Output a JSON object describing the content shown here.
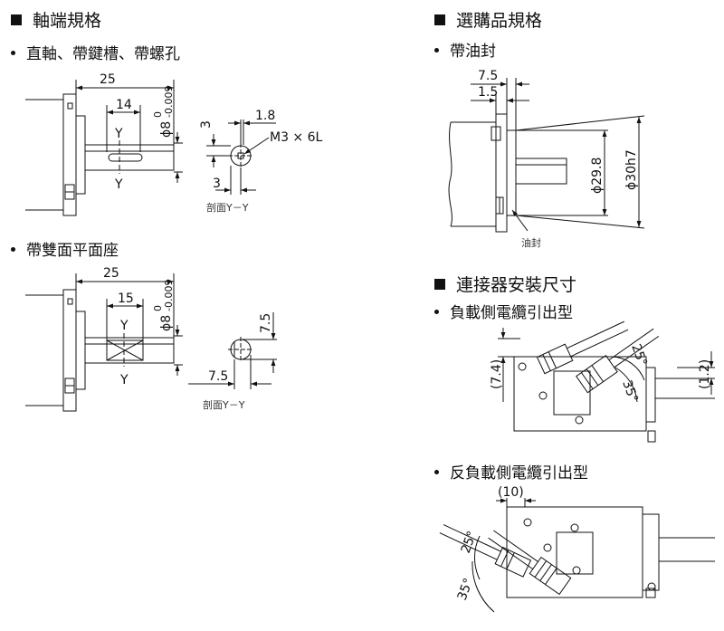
{
  "left_heading": "軸端規格",
  "right_heading": "選購品規格",
  "bullet_straight": "直軸、帶鍵槽、帶螺孔",
  "bullet_flat": "帶雙面平面座",
  "bullet_oil_seal": "帶油封",
  "heading_connector": "連接器安裝尺寸",
  "bullet_load_side": "負載側電纜引出型",
  "bullet_nonload_side": "反負載側電纜引出型",
  "dims": {
    "d25a": "25",
    "d14": "14",
    "y_top_a": "Y",
    "y_bot_a": "Y",
    "d8a_base": "ϕ8",
    "d8a_tol_up": "0",
    "d8a_tol_lo": "-0.009",
    "d1_8": "1.8",
    "d3v": "3",
    "d3h": "3",
    "m3": "M3 × 6L",
    "section_a": "剖面Y－Y",
    "d25b": "25",
    "d15": "15",
    "y_top_b": "Y",
    "y_bot_b": "Y",
    "d8b_base": "ϕ8",
    "d8b_tol_up": "0",
    "d8b_tol_lo": "-0.009",
    "d7_5v": "7.5",
    "d7_5h": "7.5",
    "section_b": "剖面Y－Y",
    "os7_5": "7.5",
    "os1_5": "1.5",
    "os29_8": "ϕ29.8",
    "os30h7": "ϕ30h7",
    "oil_seal_label": "油封",
    "c7_4": "(7.4)",
    "c1_2": "(1.2)",
    "c25a": "25°",
    "c35a": "35°",
    "c10": "(10)",
    "c25b": "25°",
    "c35b": "35°"
  },
  "colors": {
    "line": "#111111"
  }
}
